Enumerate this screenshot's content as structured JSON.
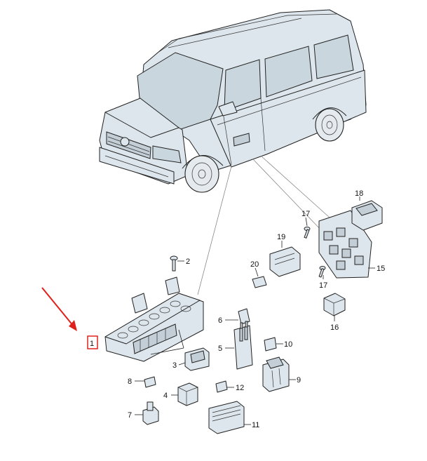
{
  "diagram": {
    "callouts": [
      {
        "id": "1",
        "label": "1"
      },
      {
        "id": "2",
        "label": "2"
      },
      {
        "id": "3",
        "label": "3"
      },
      {
        "id": "4",
        "label": "4"
      },
      {
        "id": "5",
        "label": "5"
      },
      {
        "id": "6",
        "label": "6"
      },
      {
        "id": "7",
        "label": "7"
      },
      {
        "id": "8",
        "label": "8"
      },
      {
        "id": "9",
        "label": "9"
      },
      {
        "id": "10",
        "label": "10"
      },
      {
        "id": "11",
        "label": "11"
      },
      {
        "id": "12",
        "label": "12"
      },
      {
        "id": "15",
        "label": "15"
      },
      {
        "id": "16",
        "label": "16"
      },
      {
        "id": "17a",
        "label": "17"
      },
      {
        "id": "17b",
        "label": "17"
      },
      {
        "id": "18",
        "label": "18"
      },
      {
        "id": "19",
        "label": "19"
      },
      {
        "id": "20",
        "label": "20"
      }
    ],
    "highlight_color": "#e0201b",
    "arrow_color": "#e0201b",
    "highlighted_callout": "1"
  }
}
